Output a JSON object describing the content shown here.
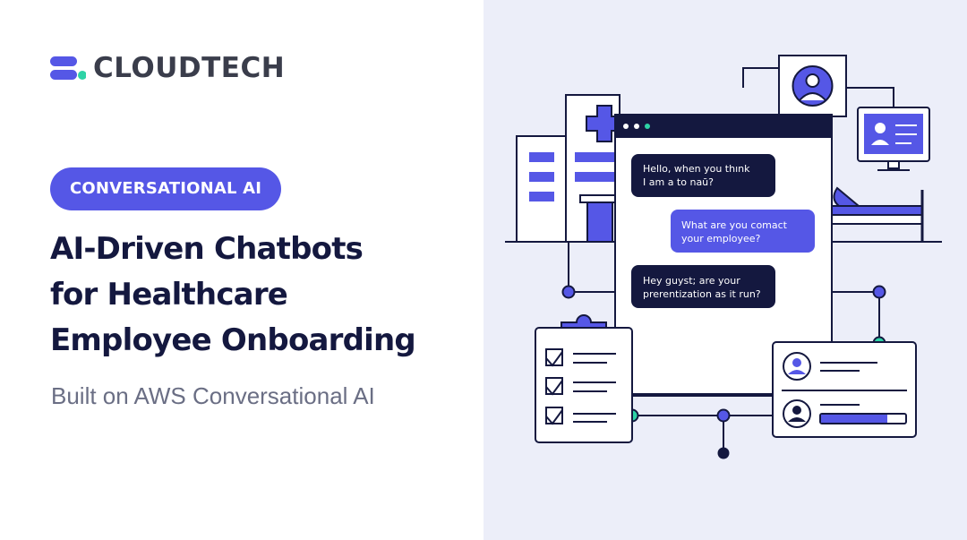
{
  "brand": {
    "name": "CLOUDTECH"
  },
  "badge": {
    "label": "CONVERSATIONAL AI"
  },
  "headline": {
    "lines": [
      "AI-Driven Chatbots",
      "for Healthcare",
      "Employee Onboarding"
    ]
  },
  "subhead": {
    "text": "Built on AWS Conversational AI"
  },
  "chat": {
    "messages": [
      {
        "from": "bot",
        "line1": "Hello, when you thınk",
        "line2": "I am a to naū?"
      },
      {
        "from": "user",
        "line1": "What are you comact",
        "line2": "your employee?"
      },
      {
        "from": "bot",
        "line1": "Hey guyst; are your",
        "line2": "prerentization as it run?"
      }
    ]
  },
  "colors": {
    "navy": "#14183f",
    "indigo": "#5557e6",
    "teal": "#2ed3a6",
    "panel_bg": "#eceef9"
  },
  "icons": [
    "hospital-building-icon",
    "medical-cross-icon",
    "user-profile-icon",
    "computer-monitor-icon",
    "hospital-bed-icon",
    "clipboard-checklist-icon",
    "staff-profile-card-icon"
  ]
}
